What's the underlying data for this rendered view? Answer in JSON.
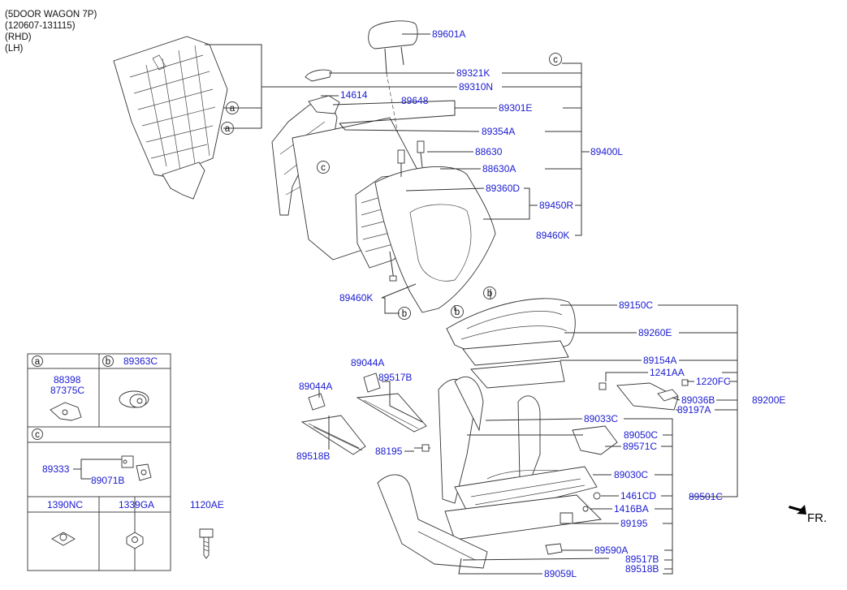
{
  "header": [
    "(5DOOR WAGON 7P)",
    "(120607-131115)",
    "(RHD)",
    "(LH)"
  ],
  "direction": "FR.",
  "callouts": {
    "a": "a",
    "b": "b",
    "c": "c"
  },
  "parts": {
    "p89601A": "89601A",
    "p89321K": "89321K",
    "p89310N": "89310N",
    "p14614": "14614",
    "p89648": "89648",
    "p89301E": "89301E",
    "p89354A": "89354A",
    "p88630": "88630",
    "p88630A": "88630A",
    "p89400L": "89400L",
    "p89360D": "89360D",
    "p89450R": "89450R",
    "p89460K_r": "89460K",
    "p89460K_l": "89460K",
    "p89150C": "89150C",
    "p89260E": "89260E",
    "p89154A": "89154A",
    "p1241AA": "1241AA",
    "p1220FC": "1220FC",
    "p89036B": "89036B",
    "p89200E": "89200E",
    "p89197A": "89197A",
    "p89044A_top": "89044A",
    "p89517B_top": "89517B",
    "p89044A_left": "89044A",
    "p89518B_left": "89518B",
    "p89033C": "89033C",
    "p89050C": "89050C",
    "p89571C": "89571C",
    "p88195": "88195",
    "p89030C": "89030C",
    "p1461CD": "1461CD",
    "p89501C": "89501C",
    "p1416BA": "1416BA",
    "p89195": "89195",
    "p89590A": "89590A",
    "p89517B_bot": "89517B",
    "p89518B_bot": "89518B",
    "p89059L": "89059L"
  },
  "legend": {
    "a_letter": "a",
    "a_codes": [
      "88398",
      "87375C"
    ],
    "b_letter": "b",
    "b_code": "89363C",
    "c_letter": "c",
    "c_codes": [
      "89333",
      "89071B"
    ],
    "bottom_codes": [
      "1390NC",
      "1339GA",
      "1120AE"
    ]
  }
}
